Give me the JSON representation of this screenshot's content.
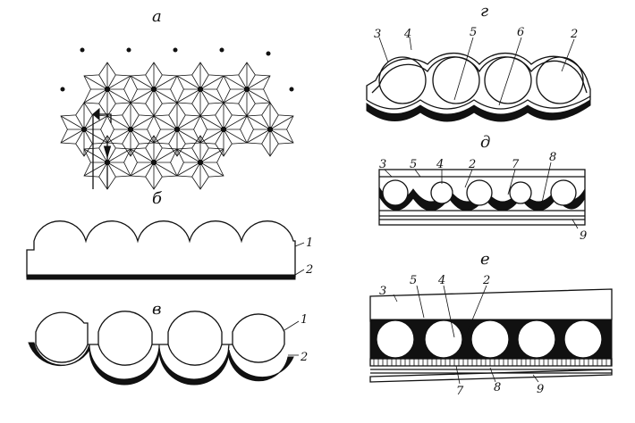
{
  "panels": {
    "a": {
      "letter": "а"
    },
    "b": {
      "letter": "б",
      "labels": [
        "1",
        "2"
      ]
    },
    "v": {
      "letter": "в",
      "labels": [
        "1",
        "2"
      ]
    },
    "g": {
      "letter": "г",
      "labels": [
        "3",
        "4",
        "5",
        "6",
        "2"
      ]
    },
    "d": {
      "letter": "д",
      "labels": [
        "3",
        "5",
        "4",
        "2",
        "7",
        "8",
        "9"
      ]
    },
    "e": {
      "letter": "е",
      "labels": [
        "3",
        "5",
        "4",
        "2",
        "7",
        "8",
        "9"
      ]
    }
  },
  "colors": {
    "ink": "#111111",
    "paper": "#ffffff"
  }
}
